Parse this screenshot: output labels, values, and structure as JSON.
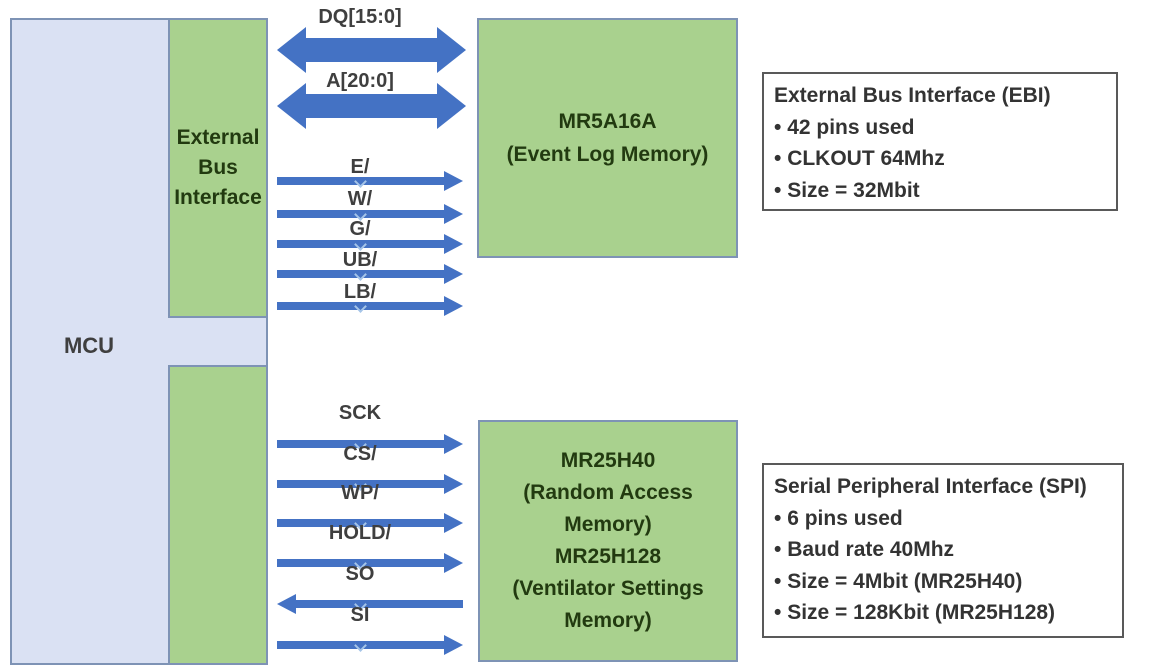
{
  "blocks": {
    "mcu": {
      "label": "MCU"
    },
    "ebi": {
      "lines": [
        "External",
        "Bus",
        "Interface"
      ]
    },
    "event_log": {
      "lines": [
        "MR5A16A",
        "(Event Log Memory)"
      ]
    },
    "spi_mem": {
      "lines": [
        "MR25H40",
        "(Random Access",
        "Memory)",
        "MR25H128",
        "(Ventilator Settings",
        "Memory)"
      ]
    }
  },
  "signals": {
    "ebi_bus": [
      {
        "label": "DQ[15:0]",
        "direction": "both"
      },
      {
        "label": "A[20:0]",
        "direction": "both"
      }
    ],
    "ebi_ctrl": [
      {
        "label": "E/",
        "direction": "right"
      },
      {
        "label": "W/",
        "direction": "right"
      },
      {
        "label": "G/",
        "direction": "right"
      },
      {
        "label": "UB/",
        "direction": "right"
      },
      {
        "label": "LB/",
        "direction": "right"
      }
    ],
    "spi": [
      {
        "label": "SCK",
        "direction": "right"
      },
      {
        "label": "CS/",
        "direction": "right"
      },
      {
        "label": "WP/",
        "direction": "right"
      },
      {
        "label": "HOLD/",
        "direction": "right"
      },
      {
        "label": "SO",
        "direction": "left"
      },
      {
        "label": "SI",
        "direction": "right"
      }
    ]
  },
  "info_boxes": {
    "ebi": {
      "title": "External Bus Interface (EBI)",
      "bullets": [
        "42 pins used",
        "CLKOUT 64Mhz",
        "Size = 32Mbit"
      ]
    },
    "spi": {
      "title": "Serial Peripheral Interface (SPI)",
      "bullets": [
        "6 pins used",
        "Baud rate 40Mhz",
        "Size = 4Mbit (MR25H40)",
        "Size = 128Kbit (MR25H128)"
      ]
    }
  },
  "colors": {
    "arrow_blue": "#4472c4",
    "block_green": "#a9d18e",
    "mcu_fill": "#dae1f3",
    "block_border": "#7e93b5",
    "chevron_light_blue": "#a6c5e8",
    "info_border": "#595959"
  }
}
